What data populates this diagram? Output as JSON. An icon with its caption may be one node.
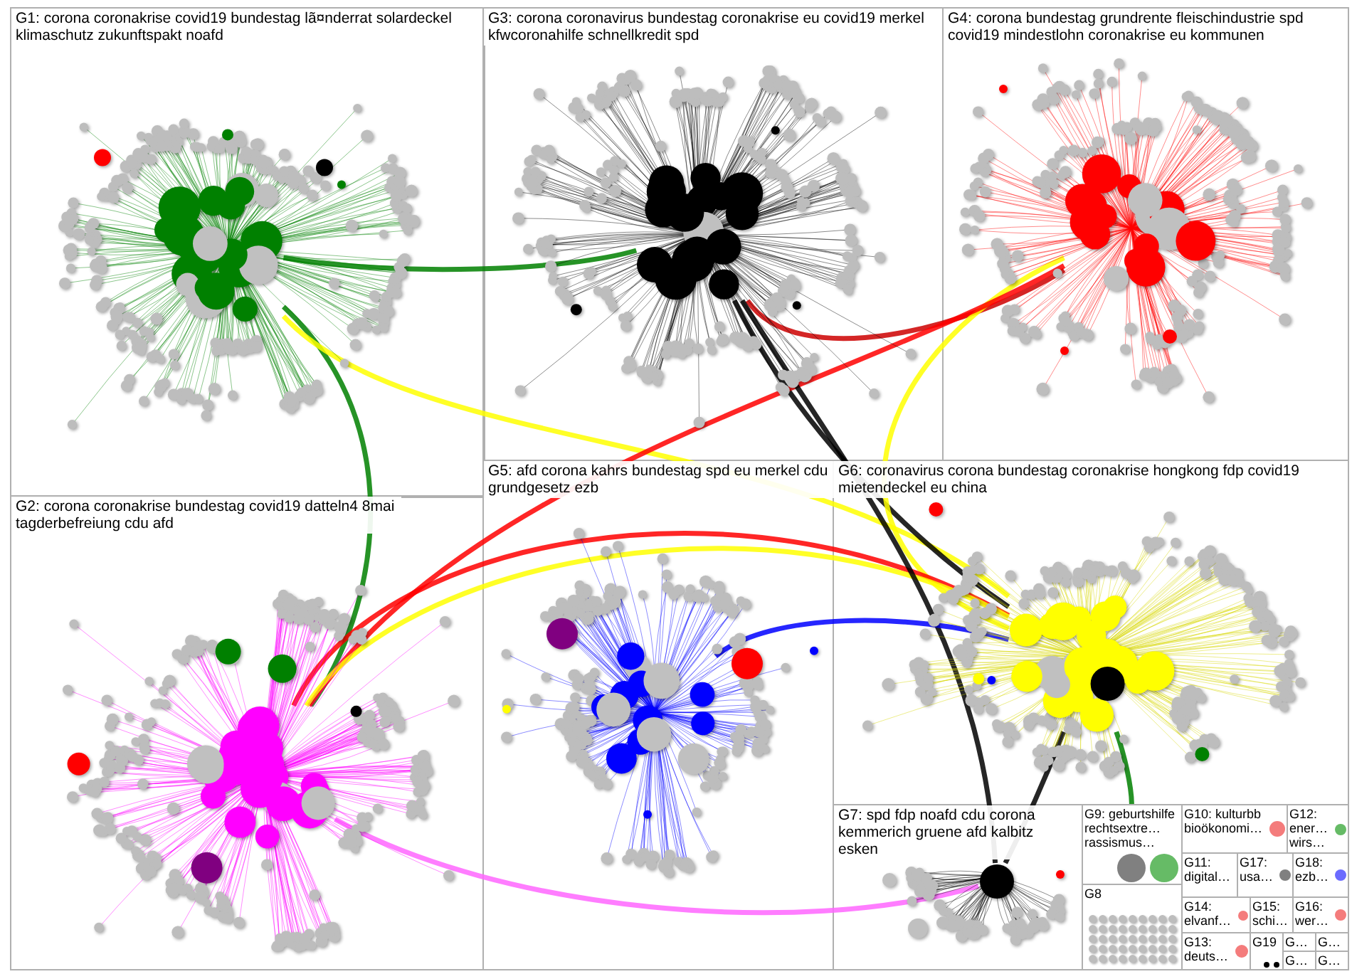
{
  "diagram": {
    "nodes": [
      {
        "text": [
          "G1: corona coronakrise covid19 bundestag lã¤nderrat solardeckel klimaschutz zukunftspakt noafd"
        ]
      },
      {
        "text": [],
        "shape": "picture",
        "in": 0
      },
      {
        "text": [
          "G3: corona coronavirus bundestag coronakrise eu covid19 merkel kfwcoronahilfe schnellkredit spd"
        ]
      },
      {
        "text": [],
        "shape": "picture",
        "in": 2
      },
      {
        "text": [
          "G4: corona bundestag grundrente fleischindustrie spd covid19 mindestlohn coronakrise eu kommunen"
        ]
      },
      {
        "text": [],
        "shape": "picture",
        "in": 4
      },
      {
        "text": [
          "G5: afd corona kahrs bundestag spd eu merkel cdu grundgesetz ezb"
        ]
      },
      {
        "text": [],
        "shape": "picture",
        "in": 6
      },
      {
        "text": [
          "G6: coronavirus corona bundestag coronakrise hongkong fdp covid19 mietendeckel eu china"
        ]
      },
      {
        "text": [],
        "shape": "picture",
        "in": 8
      },
      {
        "text": [
          "G2: corona coronakrise bundestag covid19 datteln4 8mai tagderbefreiung cdu afd"
        ]
      },
      {
        "text": [],
        "shape": "picture",
        "in": 10
      },
      {
        "text": [
          "G7: spd fdp noafd cdu corona kemmerich gruene afd kalbitz esken"
        ]
      },
      {
        "text": [],
        "shape": "circle",
        "in": 12
      },
      {
        "text": [
          "G8"
        ]
      },
      {
        "text": [
          "G10: kulturbb bioökonomi…"
        ]
      },
      {
        "text": [
          "G12: ener… wirs…"
        ]
      },
      {
        "text": [
          "G11: digital…"
        ]
      },
      {
        "text": [
          "G17: usa…"
        ]
      },
      {
        "text": [
          "G18: ezb…"
        ]
      },
      {
        "text": [
          "G9: geburtshilfe rechtsextre… rassismus…"
        ]
      },
      {
        "text": [
          "G14: elvanf…"
        ]
      },
      {
        "text": [
          "G15: schi…"
        ]
      },
      {
        "text": [
          "G16: wer…"
        ]
      },
      {
        "text": [
          "G13: deuts…"
        ]
      },
      {
        "text": [
          "G19"
        ]
      },
      {
        "text": [
          "G…"
        ]
      },
      {
        "text": [
          "G…"
        ]
      },
      {
        "text": [
          "G…"
        ]
      },
      {
        "text": [
          "G…"
        ]
      }
    ],
    "edges": [
      {
        "from": 1,
        "to": 3,
        "arrow": "none",
        "color": "#008000"
      },
      {
        "from": 1,
        "to": 11,
        "arrow": "none",
        "color": "#008000"
      },
      {
        "from": 1,
        "to": 9,
        "arrow": "none",
        "color": "#ffff00"
      },
      {
        "from": 3,
        "to": 5,
        "arrow": "none",
        "color": "#cc0000"
      },
      {
        "from": 3,
        "to": 9,
        "arrow": "none",
        "color": "#000000"
      },
      {
        "from": 5,
        "to": 9,
        "arrow": "none",
        "color": "#ffff00"
      },
      {
        "from": 5,
        "to": 11,
        "arrow": "none",
        "color": "#ff0000"
      },
      {
        "from": 11,
        "to": 9,
        "arrow": "none",
        "color": "#ff0000"
      },
      {
        "from": 11,
        "to": 9,
        "arrow": "none",
        "color": "#ffff00"
      },
      {
        "from": 3,
        "to": 13,
        "arrow": "none",
        "color": "#000000"
      },
      {
        "from": 9,
        "to": 13,
        "arrow": "none",
        "color": "#000000"
      },
      {
        "from": 11,
        "to": 13,
        "arrow": "none",
        "color": "#ff66ff"
      },
      {
        "from": 9,
        "to": 20,
        "arrow": "none",
        "color": "#008000"
      },
      {
        "from": 7,
        "to": 9,
        "arrow": "none",
        "color": "#0000ff"
      }
    ]
  }
}
